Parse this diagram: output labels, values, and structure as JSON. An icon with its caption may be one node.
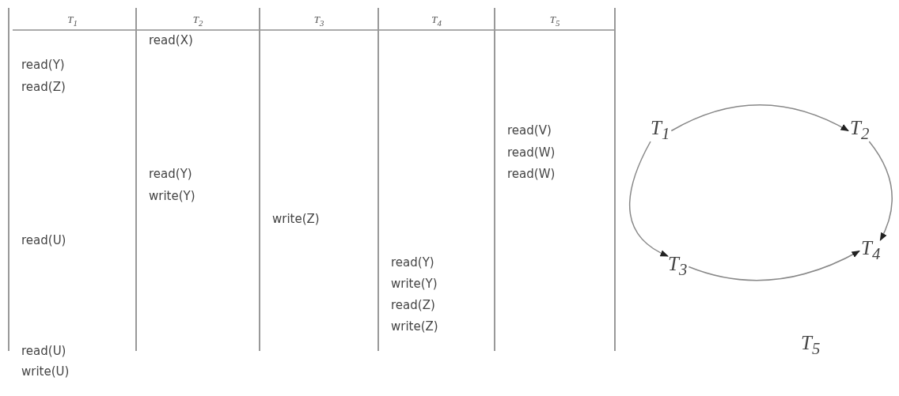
{
  "diagram": {
    "nodes": [
      {
        "text": [
          "T$_{1}$"
        ]
      },
      {
        "text": [
          "T$_{2}$"
        ]
      },
      {
        "text": [
          "T$_{3}$"
        ]
      },
      {
        "text": [
          "T$_{4}$"
        ]
      },
      {
        "text": [
          "T$_{5}$"
        ]
      }
    ],
    "edges": [
      {
        "from": 0,
        "to": 1,
        "arrow": "to"
      },
      {
        "from": 0,
        "to": 2,
        "arrow": "to"
      },
      {
        "from": 1,
        "to": 3,
        "arrow": "to"
      },
      {
        "from": 2,
        "to": 3,
        "arrow": "to"
      }
    ],
    "labels": [
      "T$_{1}$",
      "T$_{2}$",
      "T$_{3}$",
      "T$_{4}$",
      "T$_{5}$",
      "read(X)",
      "read(Y)",
      "read(Z)",
      "read(V)",
      "read(W)",
      "read(Y)",
      "read(W)",
      "write(Y)",
      "write(Z)",
      "read(U)",
      "read(Y)",
      "write(Y)",
      "read(Z)",
      "write(Z)",
      "read(U)",
      "write(U)"
    ]
  }
}
